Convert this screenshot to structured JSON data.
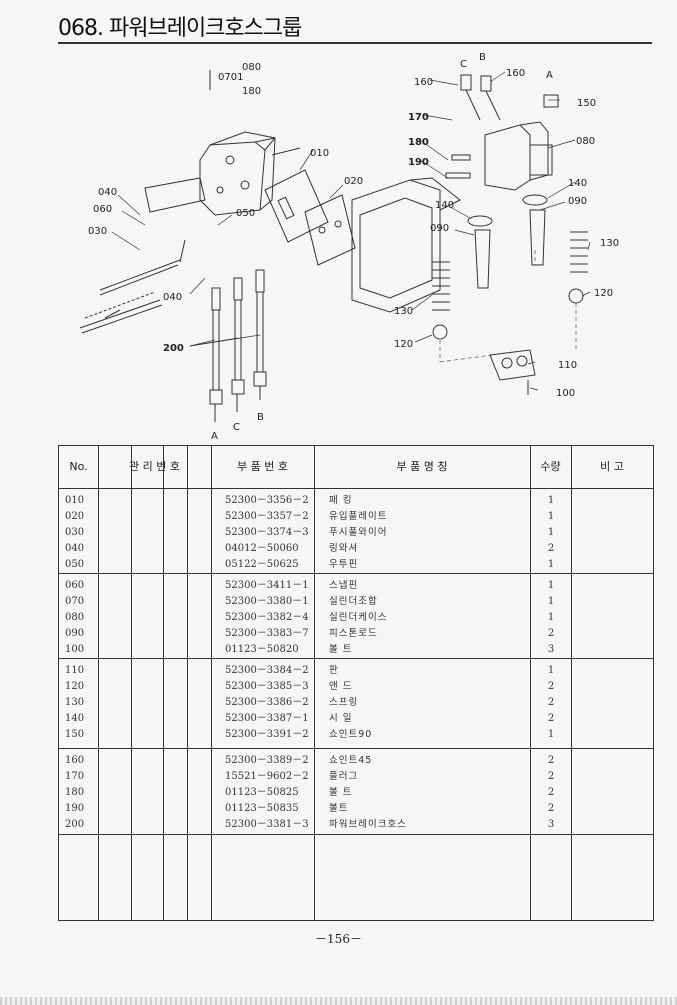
{
  "title": "068. 파워브레이크호스그룹",
  "diagram_labels": {
    "l080a": "080",
    "l0701": "0701",
    "l180a": "180",
    "l010": "010",
    "l020": "020",
    "l040a": "040",
    "l060": "060",
    "l030": "030",
    "l050": "050",
    "l040b": "040",
    "l200": "200",
    "lA1": "A",
    "lC1": "C",
    "lB1": "B",
    "lC2": "C",
    "lB2": "B",
    "lA2": "A",
    "l160a": "160",
    "l160b": "160",
    "l150": "150",
    "l170": "170",
    "l180b": "180",
    "l190": "190",
    "l080b": "080",
    "l140a": "140",
    "l090a": "090",
    "l140b": "140",
    "l090b": "090",
    "l130a": "130",
    "l130b": "130",
    "l120a": "120",
    "l120b": "120",
    "l110": "110",
    "l100": "100"
  },
  "table": {
    "headers": {
      "no": "No.",
      "mgmt": "관 리 번 호",
      "part_no": "부 품 번 호",
      "part_name": "부 품 명 칭",
      "qty": "수량",
      "remarks": "비 고"
    },
    "groups": [
      [
        {
          "no": "010",
          "part_no": "52300－3356－2",
          "name": "패 킹",
          "qty": "1"
        },
        {
          "no": "020",
          "part_no": "52300－3357－2",
          "name": "유입플레이트",
          "qty": "1"
        },
        {
          "no": "030",
          "part_no": "52300－3374－3",
          "name": "푸시풀와이어",
          "qty": "1"
        },
        {
          "no": "040",
          "part_no": "04012－50060",
          "name": "링와셔",
          "qty": "2"
        },
        {
          "no": "050",
          "part_no": "05122－50625",
          "name": "우투핀",
          "qty": "1"
        }
      ],
      [
        {
          "no": "060",
          "part_no": "52300－3411－1",
          "name": "스냅핀",
          "qty": "1"
        },
        {
          "no": "070",
          "part_no": "52300－3380－1",
          "name": "실린더조합",
          "qty": "1"
        },
        {
          "no": "080",
          "part_no": "52300－3382－4",
          "name": "실린더케이스",
          "qty": "1"
        },
        {
          "no": "090",
          "part_no": "52300－3383－7",
          "name": "피스톤로드",
          "qty": "2"
        },
        {
          "no": "100",
          "part_no": "01123－50820",
          "name": "볼 트",
          "qty": "3"
        }
      ],
      [
        {
          "no": "110",
          "part_no": "52300－3384－2",
          "name": "판",
          "qty": "1"
        },
        {
          "no": "120",
          "part_no": "52300－3385－3",
          "name": "앤 드",
          "qty": "2"
        },
        {
          "no": "130",
          "part_no": "52300－3386－2",
          "name": "스프링",
          "qty": "2"
        },
        {
          "no": "140",
          "part_no": "52300－3387－1",
          "name": "시 일",
          "qty": "2"
        },
        {
          "no": "150",
          "part_no": "52300－3391－2",
          "name": "쇼인트90",
          "qty": "1"
        }
      ],
      [
        {
          "no": "160",
          "part_no": "52300－3389－2",
          "name": "쇼인트45",
          "qty": "2"
        },
        {
          "no": "170",
          "part_no": "15521－9602－2",
          "name": "플러그",
          "qty": "2"
        },
        {
          "no": "180",
          "part_no": "01123－50825",
          "name": "볼 트",
          "qty": "2"
        },
        {
          "no": "190",
          "part_no": "01123－50835",
          "name": "볼트",
          "qty": "2"
        },
        {
          "no": "200",
          "part_no": "52300－3381－3",
          "name": "파워브레이크호스",
          "qty": "3"
        }
      ]
    ]
  },
  "page_number": "－156－"
}
